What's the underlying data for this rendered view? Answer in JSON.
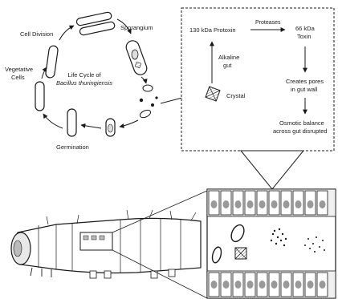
{
  "life_cycle": {
    "title_line1": "Life Cycle of",
    "title_line2": "Bacillus thuringiensis",
    "stages": {
      "cell_division": "Cell Division",
      "sporangium": "Sporangium",
      "vegetative_line1": "Vegetative",
      "vegetative_line2": "Cells",
      "germination": "Germination"
    }
  },
  "mechanism": {
    "protoxin": "130 kDa Protoxin",
    "proteases": "Proteases",
    "toxin_line1": "66 kDa",
    "toxin_line2": "Toxin",
    "alkaline_line1": "Alkaline",
    "alkaline_line2": "gut",
    "crystal": "Crystal",
    "pores_line1": "Creates pores",
    "pores_line2": "in gut wall",
    "osmotic_line1": "Osmotic balance",
    "osmotic_line2": "across gut disrupted"
  },
  "icons": [
    "crystal-icon",
    "spore-icon",
    "caterpillar-illustration",
    "gut-cross-section"
  ]
}
